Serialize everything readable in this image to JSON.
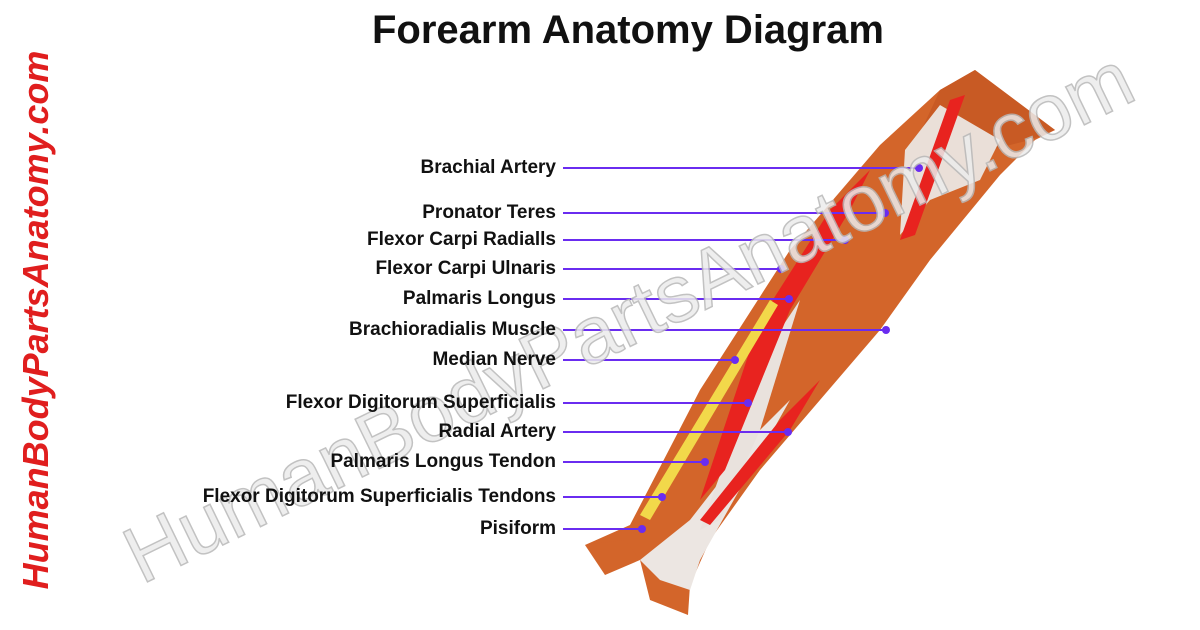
{
  "title": "Forearm Anatomy Diagram",
  "site_vertical": "HumanBodyPartsAnatomy.com",
  "watermark": "HumanBodyPartsAnatomy.com",
  "colors": {
    "line": "#6a2cf0",
    "muscle": "#d3652a",
    "artery": "#e8231f",
    "nerve": "#f2d84a",
    "side_text": "#e01e1e"
  },
  "labels": [
    "Brachial Artery",
    "Pronator Teres",
    "Flexor Carpi Radialls",
    "Flexor Carpi Ulnaris",
    "Palmaris Longus",
    "Brachioradialis Muscle",
    "Median Nerve",
    "Flexor Digitorum Superficialis",
    "Radial Artery",
    "Palmaris Longus Tendon",
    "Flexor Digitorum Superficialis Tendons",
    "Pisiform"
  ]
}
